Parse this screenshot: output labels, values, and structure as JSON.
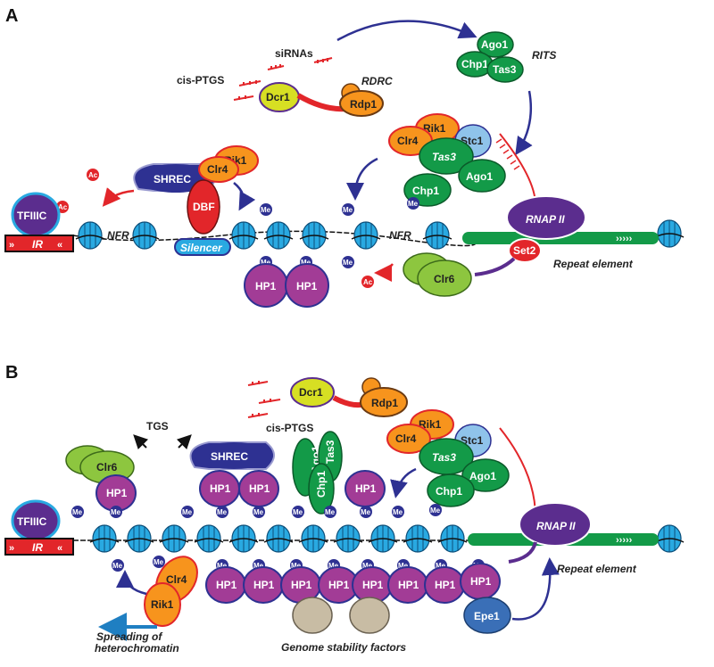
{
  "panels": [
    {
      "letter": "A",
      "labels": {
        "sirnas": "siRNAs",
        "cis_ptgs": "cis-PTGS",
        "dcr1": "Dcr1",
        "rdrc": "RDRC",
        "rdp1": "Rdp1",
        "rits": "RITS",
        "ago1": "Ago1",
        "chp1": "Chp1",
        "tas3": "Tas3",
        "clr4": "Clr4",
        "rik1": "Rik1",
        "stc1": "Stc1",
        "shrec": "SHREC",
        "dbf": "DBF",
        "silencer": "Silencer",
        "tfiiic": "TFIIIC",
        "ir": "IR",
        "nfr": "NFR",
        "rnap2": "RNAP II",
        "set2": "Set2",
        "clr6": "Clr6",
        "hp1": "HP1",
        "me": "Me",
        "ac": "Ac",
        "repeat_element": "Repeat element"
      }
    },
    {
      "letter": "B",
      "labels": {
        "dcr1": "Dcr1",
        "rdp1": "Rdp1",
        "cis_ptgs": "cis-PTGS",
        "tgs": "TGS",
        "clr6": "Clr6",
        "shrec": "SHREC",
        "ago1": "Ago1",
        "tas3": "Tas3",
        "chp1": "Chp1",
        "rik1": "Rik1",
        "clr4": "Clr4",
        "stc1": "Stc1",
        "hp1": "HP1",
        "me": "Me",
        "tfiiic": "TFIIIC",
        "ir": "IR",
        "rnap2": "RNAP II",
        "epe1": "Epe1",
        "repeat_element": "Repeat element",
        "genome_stability": "Genome stability factors",
        "spreading_line1": "Spreading of",
        "spreading_line2": "heterochromatin"
      }
    }
  ],
  "colors": {
    "nucleosome": "#29a9e1",
    "navy": "#2e3192",
    "hp1": "#a23c96",
    "green": "#139a48",
    "lightgreen": "#8dc63f",
    "orange": "#f7941d",
    "red": "#e2262a",
    "purple": "#5b2d8e",
    "yellow": "#d7df23",
    "lightblue": "#8fc3ea",
    "tan": "#c8bca4",
    "gray": "#4d4d6b"
  }
}
